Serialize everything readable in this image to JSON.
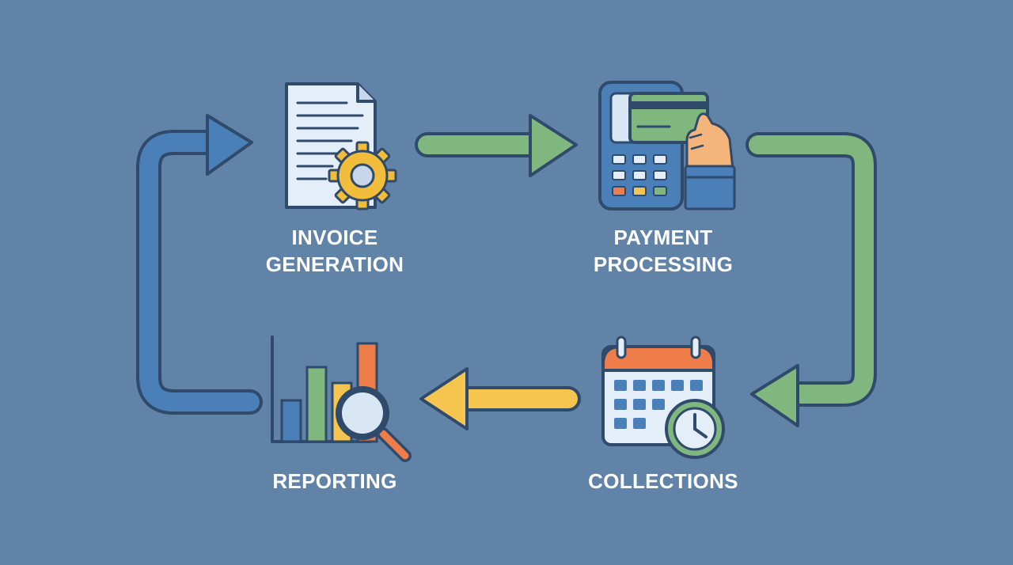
{
  "steps": {
    "invoice": {
      "line1": "INVOICE",
      "line2": "GENERATION",
      "icon": "invoice-document-gear-icon"
    },
    "payment": {
      "line1": "PAYMENT",
      "line2": "PROCESSING",
      "icon": "card-terminal-hand-icon"
    },
    "collections": {
      "label": "COLLECTIONS",
      "icon": "calendar-clock-icon"
    },
    "reporting": {
      "label": "REPORTING",
      "icon": "bar-chart-magnifier-icon"
    }
  },
  "colors": {
    "background": "#6283a8",
    "outline": "#2f4a6b",
    "blue_arrow": "#4a7fb8",
    "green_arrow": "#7fb77e",
    "yellow_arrow": "#f5c54f",
    "orange": "#ee7d4a",
    "paper": "#e4eef8",
    "gear": "#f2bd3b"
  }
}
